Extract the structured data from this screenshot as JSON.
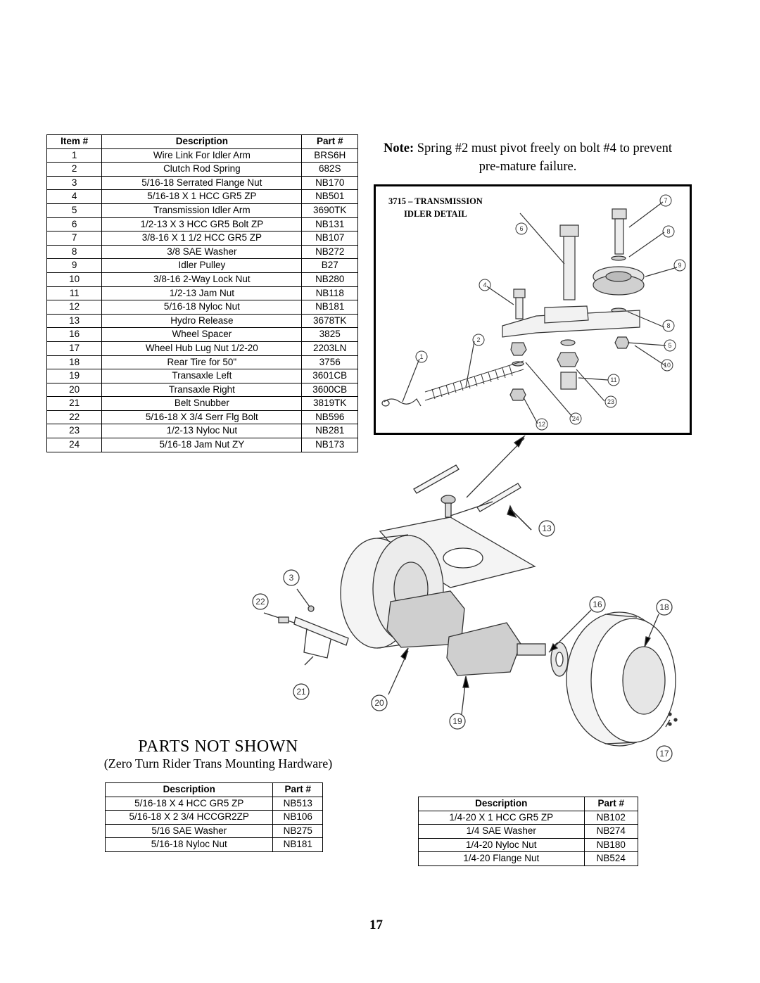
{
  "main_table": {
    "headers": [
      "Item #",
      "Description",
      "Part #"
    ],
    "rows": [
      [
        "1",
        "Wire Link For Idler Arm",
        "BRS6H"
      ],
      [
        "2",
        "Clutch Rod Spring",
        "682S"
      ],
      [
        "3",
        "5/16-18 Serrated Flange Nut",
        "NB170"
      ],
      [
        "4",
        "5/16-18 X 1 HCC GR5 ZP",
        "NB501"
      ],
      [
        "5",
        "Transmission Idler Arm",
        "3690TK"
      ],
      [
        "6",
        "1/2-13 X 3 HCC GR5 Bolt ZP",
        "NB131"
      ],
      [
        "7",
        "3/8-16 X 1 1/2 HCC GR5 ZP",
        "NB107"
      ],
      [
        "8",
        "3/8 SAE Washer",
        "NB272"
      ],
      [
        "9",
        "Idler Pulley",
        "B27"
      ],
      [
        "10",
        "3/8-16 2-Way Lock Nut",
        "NB280"
      ],
      [
        "11",
        "1/2-13 Jam Nut",
        "NB118"
      ],
      [
        "12",
        "5/16-18 Nyloc Nut",
        "NB181"
      ],
      [
        "13",
        "Hydro Release",
        "3678TK"
      ],
      [
        "16",
        "Wheel Spacer",
        "3825"
      ],
      [
        "17",
        "Wheel Hub Lug Nut 1/2-20",
        "2203LN"
      ],
      [
        "18",
        "Rear Tire for 50\"",
        "3756"
      ],
      [
        "19",
        "Transaxle Left",
        "3601CB"
      ],
      [
        "20",
        "Transaxle Right",
        "3600CB"
      ],
      [
        "21",
        "Belt Snubber",
        "3819TK"
      ],
      [
        "22",
        "5/16-18 X 3/4 Serr Flg Bolt",
        "NB596"
      ],
      [
        "23",
        "1/2-13 Nyloc Nut",
        "NB281"
      ],
      [
        "24",
        "5/16-18 Jam Nut ZY",
        "NB173"
      ]
    ]
  },
  "note": {
    "label": "Note:",
    "text": " Spring #2 must pivot freely on bolt #4 to prevent pre-mature failure."
  },
  "detail": {
    "title_line1": "3715 – TRANSMISSION",
    "title_line2": "IDLER DETAIL",
    "callouts": [
      "1",
      "2",
      "4",
      "5",
      "6",
      "7",
      "8",
      "8",
      "9",
      "10",
      "11",
      "12",
      "23",
      "24"
    ]
  },
  "exploded_callouts": [
    "3",
    "22",
    "21",
    "20",
    "19",
    "13",
    "16",
    "18",
    "17"
  ],
  "parts_not_shown": {
    "heading": "PARTS NOT SHOWN",
    "subheading": "(Zero Turn Rider Trans Mounting Hardware)"
  },
  "hardware_left": {
    "headers": [
      "Description",
      "Part #"
    ],
    "rows": [
      [
        "5/16-18 X 4 HCC GR5 ZP",
        "NB513"
      ],
      [
        "5/16-18 X 2 3/4 HCCGR2ZP",
        "NB106"
      ],
      [
        "5/16 SAE Washer",
        "NB275"
      ],
      [
        "5/16-18 Nyloc Nut",
        "NB181"
      ]
    ]
  },
  "hardware_right": {
    "headers": [
      "Description",
      "Part #"
    ],
    "rows": [
      [
        "1/4-20 X 1 HCC GR5 ZP",
        "NB102"
      ],
      [
        "1/4 SAE Washer",
        "NB274"
      ],
      [
        "1/4-20 Nyloc Nut",
        "NB180"
      ],
      [
        "1/4-20 Flange Nut",
        "NB524"
      ]
    ]
  },
  "page_number": "17"
}
